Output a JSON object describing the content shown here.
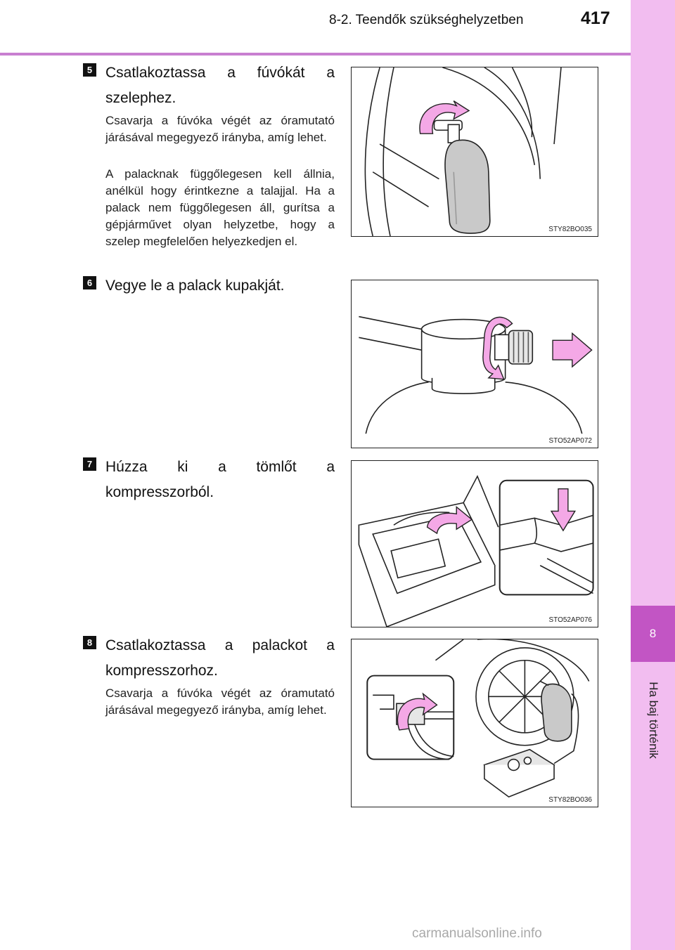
{
  "header": {
    "section_title": "8-2. Teendők szükséghelyzetben",
    "page_number": "417"
  },
  "sidebar": {
    "chapter_number": "8",
    "chapter_title": "Ha baj történik"
  },
  "steps": [
    {
      "number": "5",
      "heading": "Csatlakoztassa a fúvókát a szelephez.",
      "paragraphs": [
        "Csavarja a fúvóka végét az óramutató járásával megegyező irányba, amíg lehet.",
        "A palacknak függőlegesen kell állnia, anélkül hogy érintkezne a talajjal. Ha a palack nem függőlegesen áll, gurítsa a gépjárművet olyan helyzetbe, hogy a szelep megfelelően helyezkedjen el."
      ],
      "figure_code": "STY82BO035"
    },
    {
      "number": "6",
      "heading": "Vegye le a palack kupakját.",
      "paragraphs": [],
      "figure_code": "STO52AP072"
    },
    {
      "number": "7",
      "heading": "Húzza ki a tömlőt a kompresszorból.",
      "paragraphs": [],
      "figure_code": "STO52AP076"
    },
    {
      "number": "8",
      "heading": "Csatlakoztassa a palackot a kompresszorhoz.",
      "paragraphs": [
        "Csavarja a fúvóka végét az óramutató járásával megegyező irányba, amíg lehet."
      ],
      "figure_code": "STY82BO036"
    }
  ],
  "footer": {
    "watermark": "carmanualsonline.info"
  },
  "colors": {
    "sidebar_light": "#f2bdf0",
    "sidebar_tab": "#c255c4",
    "header_rule": "#c87fd0",
    "arrow_pink": "#f4a8e6"
  },
  "icons": {
    "rotate_arrow": "rotate-arrow-icon",
    "pull_arrow": "pull-arrow-icon",
    "press_arrow": "press-down-arrow-icon"
  }
}
